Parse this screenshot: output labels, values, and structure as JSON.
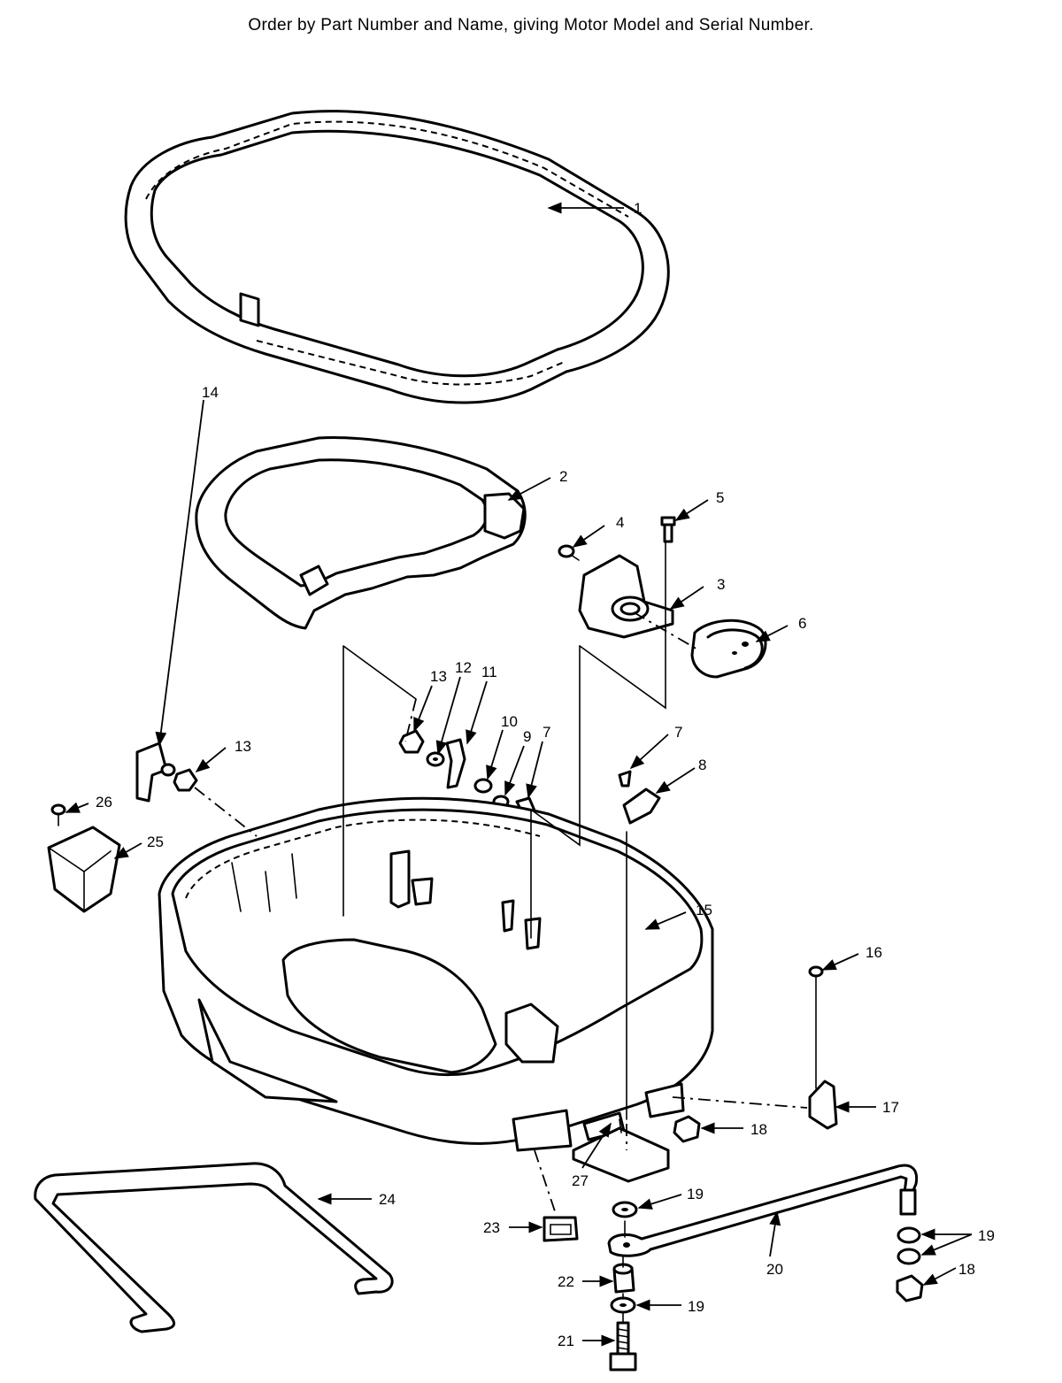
{
  "header": {
    "order_note": "Order by Part Number and Name, giving Motor Model and Serial Number."
  },
  "callouts": [
    "1",
    "2",
    "3",
    "4",
    "5",
    "6",
    "7",
    "8",
    "9",
    "10",
    "11",
    "12",
    "13",
    "13",
    "14",
    "15",
    "16",
    "17",
    "18",
    "18",
    "19",
    "19",
    "19",
    "20",
    "21",
    "22",
    "23",
    "24",
    "25",
    "26",
    "27",
    "7"
  ],
  "colors": {
    "ink": "#000000",
    "paper": "#ffffff"
  }
}
